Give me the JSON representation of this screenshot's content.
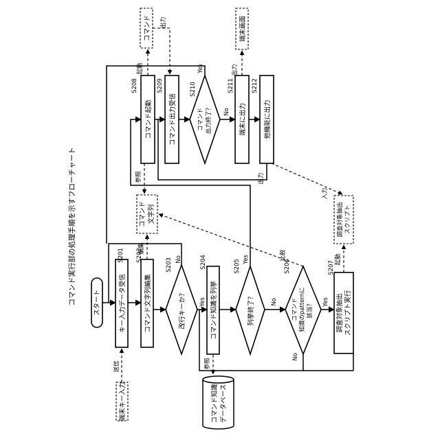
{
  "title": "コマンド実行部の処理手順を示すフローチャート",
  "start": "スタート",
  "steps": {
    "s201": {
      "id": "S201",
      "label": "キー入力データ受信"
    },
    "s202": {
      "id": "S202",
      "label": "コマンド文字列編集"
    },
    "s203": {
      "id": "S203",
      "label": "改行キーか？"
    },
    "s204": {
      "id": "S204",
      "label": "コマンド知識を列挙"
    },
    "s205": {
      "id": "S205",
      "label": "列挙終了？"
    },
    "s206": {
      "id": "S206",
      "line1": "コマンド",
      "line2": "知識のpatternに",
      "line3": "該当？"
    },
    "s207": {
      "id": "S207",
      "line1": "調査対象抽出",
      "line2": "スクリプト実行"
    },
    "s208": {
      "id": "S208",
      "label": "コマンド起動"
    },
    "s209": {
      "id": "S209",
      "label": "コマンド出力受信"
    },
    "s210": {
      "id": "S210",
      "line1": "コマンド",
      "line2": "出力終了？"
    },
    "s211": {
      "id": "S211",
      "label": "端末に出力"
    },
    "s212": {
      "id": "S212",
      "label": "他機能に出力"
    }
  },
  "data_items": {
    "terminal_key_input": "端末キー入力",
    "command_string": {
      "line1": "コマンド",
      "line2": "文字列"
    },
    "command": "コマンド",
    "terminal_screen": "端末画面",
    "knowledge_db": {
      "line1": "コマンド知識",
      "line2": "データベース"
    },
    "extract_script": {
      "line1": "調査対象抽出",
      "line2": "スクリプト"
    }
  },
  "edge_labels": {
    "send": "送信",
    "edit": "編集",
    "refer_db": "参照",
    "refer_cmd": "参照",
    "compare": "比較",
    "launch_script": "起動",
    "launch_cmd": "起動",
    "output_cmd": "出力",
    "output_terminal": "出力",
    "output_other": "出力",
    "input_script": "入力",
    "yes": "Yes",
    "no": "No"
  }
}
